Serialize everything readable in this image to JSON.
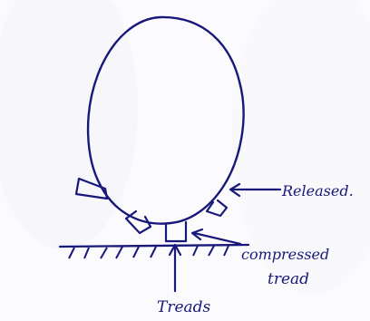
{
  "diagram": {
    "labels": {
      "released": "Released.",
      "compressed_line1": "compressed",
      "compressed_line2": "tread",
      "treads": "Treads"
    }
  },
  "colors": {
    "ink": "#17187a",
    "paper": "#fbfbfd",
    "faint_background": "#f1eef5"
  }
}
